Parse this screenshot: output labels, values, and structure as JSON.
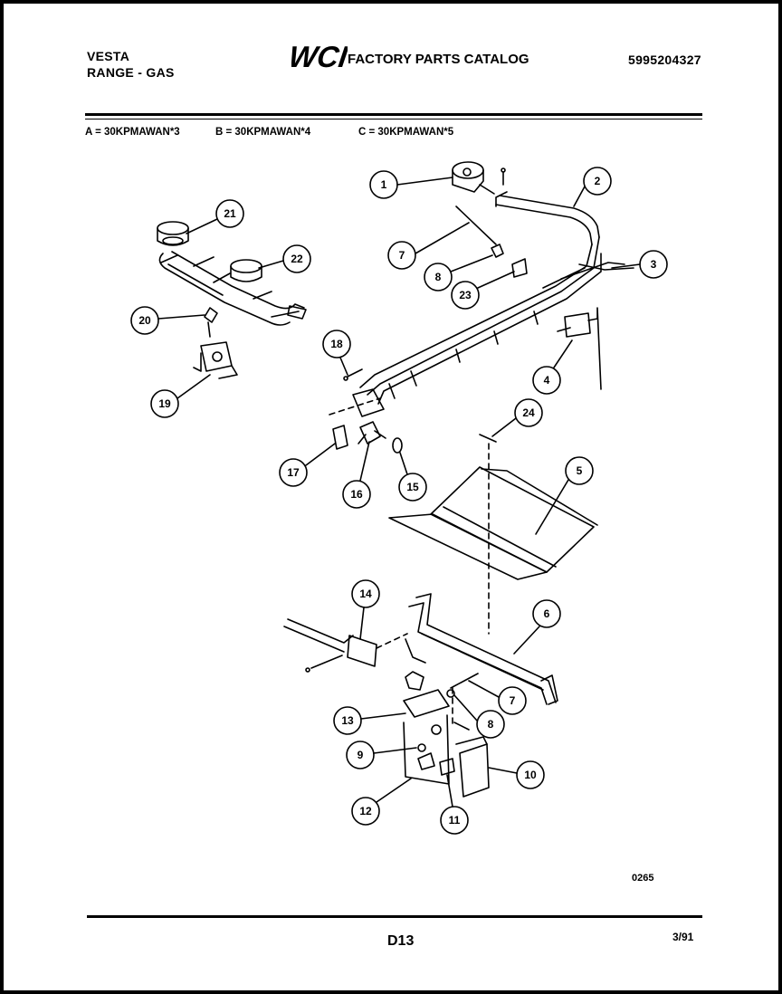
{
  "header": {
    "brand": "VESTA",
    "product": "RANGE - GAS",
    "catalog_title": "FACTORY PARTS CATALOG",
    "catalog_number": "5995204327",
    "logo_text": "WCI"
  },
  "models": [
    "A = 30KPMAWAN*3",
    "B = 30KPMAWAN*4",
    "C = 30KPMAWAN*5"
  ],
  "callouts": [
    "1",
    "2",
    "3",
    "4",
    "5",
    "6",
    "7",
    "8",
    "23",
    "18",
    "21",
    "22",
    "20",
    "19",
    "24",
    "17",
    "16",
    "15",
    "14",
    "7",
    "8",
    "13",
    "9",
    "10",
    "12",
    "11"
  ],
  "footer": {
    "figure_number": "0265",
    "page": "D13",
    "date": "3/91"
  }
}
